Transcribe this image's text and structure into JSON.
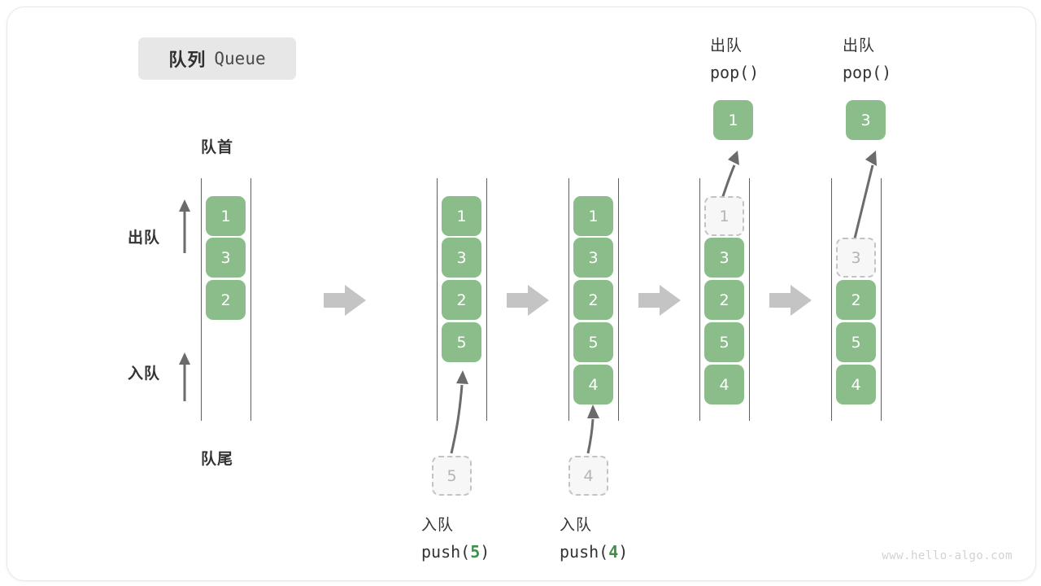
{
  "title": {
    "cn": "队列",
    "en": "Queue"
  },
  "labels": {
    "head": "队首",
    "tail": "队尾",
    "dequeue": "出队",
    "enqueue": "入队"
  },
  "watermark": "www.hello-algo.com",
  "colors": {
    "element_fill": "#8bbd8b",
    "element_text": "#ffffff",
    "ghost_fill": "#f7f7f7",
    "ghost_border": "#c3c3c3",
    "ghost_text": "#b4b4b4",
    "rail": "#5d5d5d",
    "flow_arrow": "#c4c4c4",
    "accent_value": "#3f8f49",
    "chip_bg": "#e7e7e7",
    "text": "#333333"
  },
  "stages": [
    {
      "id": "initial",
      "op_cn": "",
      "op_code": "",
      "op_value": "",
      "items": [
        "1",
        "3",
        "2"
      ],
      "ghost_index": null,
      "pushed_value": "",
      "popped_value": ""
    },
    {
      "id": "push-5",
      "op_cn": "入队",
      "op_code_prefix": "push(",
      "op_value": "5",
      "op_code_suffix": ")",
      "items": [
        "1",
        "3",
        "2",
        "5"
      ],
      "pushed_value": "5",
      "popped_value": ""
    },
    {
      "id": "push-4",
      "op_cn": "入队",
      "op_code_prefix": "push(",
      "op_value": "4",
      "op_code_suffix": ")",
      "items": [
        "1",
        "3",
        "2",
        "5",
        "4"
      ],
      "pushed_value": "4",
      "popped_value": ""
    },
    {
      "id": "pop-1",
      "op_cn": "出队",
      "op_code": "pop()",
      "items": [
        "1",
        "3",
        "2",
        "5",
        "4"
      ],
      "ghost_index": 0,
      "popped_value": "1"
    },
    {
      "id": "pop-3",
      "op_cn": "出队",
      "op_code": "pop()",
      "items": [
        "3",
        "2",
        "5",
        "4"
      ],
      "ghost_index": 0,
      "popped_value": "3"
    }
  ]
}
